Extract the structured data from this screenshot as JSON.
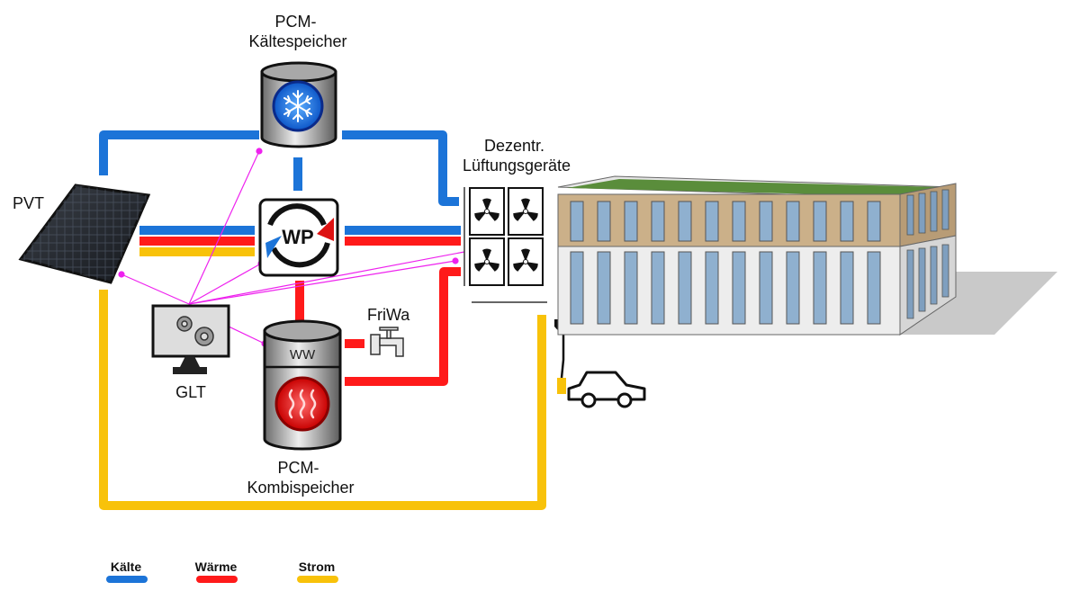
{
  "labels": {
    "pcm_cold": "PCM-\nKältespeicher",
    "pcm_combi": "PCM-\nKombispeicher",
    "pvt": "PVT",
    "vent": "Dezentr.\nLüftungsgeräte",
    "glt": "GLT",
    "friwa": "FriWa",
    "wp": "WP",
    "ww": "WW"
  },
  "legend": [
    {
      "label": "Kälte",
      "color": "#1c74d8"
    },
    {
      "label": "Wärme",
      "color": "#ff1a1a"
    },
    {
      "label": "Strom",
      "color": "#f8c20a"
    }
  ],
  "colors": {
    "cold": "#1c74d8",
    "heat": "#ff1a1a",
    "power": "#f8c20a",
    "control": "#ee22ee"
  },
  "icons": [
    "snowflake-icon",
    "heat-pump-icon",
    "fan-icon",
    "gear-icon",
    "faucet-icon",
    "plug-icon",
    "car-icon",
    "solar-panel-icon",
    "building-icon"
  ]
}
